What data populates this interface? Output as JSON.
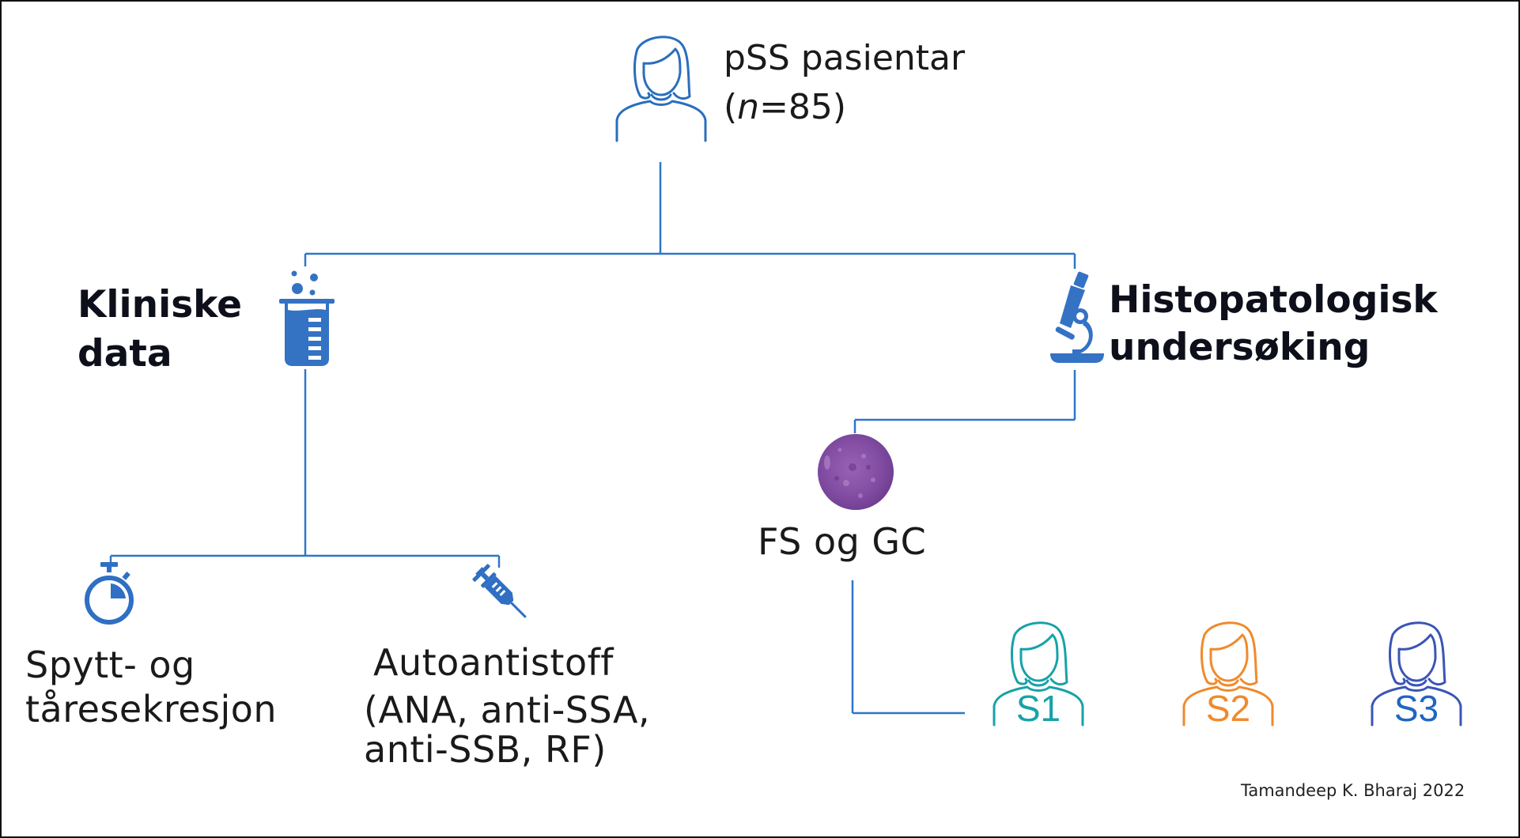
{
  "root": {
    "title": "pSS pasientar",
    "count_prefix": "(",
    "count_var": "n",
    "count_eq": "=85)",
    "icon": "person-female-icon",
    "color": "#2a6ebd"
  },
  "branches": {
    "clinical": {
      "title_line1": "Kliniske",
      "title_line2": "data",
      "icon": "beaker-icon",
      "children": [
        {
          "icon": "stopwatch-icon",
          "line1": "Spytt- og",
          "line2": "tåresekresjon"
        },
        {
          "icon": "syringe-icon",
          "line1": "Autoantistoff",
          "line2": "(ANA, anti-SSA,",
          "line3": "anti-SSB, RF)"
        }
      ]
    },
    "histo": {
      "title_line1": "Histopatologisk",
      "title_line2": "undersøking",
      "icon": "microscope-icon",
      "child": {
        "icon": "tissue-sample-icon",
        "label": "FS og GC"
      },
      "subgroups": [
        {
          "label": "S1",
          "icon": "person-female-icon",
          "color": "#17a2a8",
          "text_color": "#17a2a8"
        },
        {
          "label": "S2",
          "icon": "person-female-icon",
          "color": "#f08a2c",
          "text_color": "#f08a2c"
        },
        {
          "label": "S3",
          "icon": "person-female-icon",
          "color": "#3a55b5",
          "text_color": "#1f66c2"
        }
      ]
    }
  },
  "colors": {
    "line": "#2f76c8",
    "icon_blue": "#3472c4",
    "tissue": "#8a4fa8"
  },
  "credit": "Tamandeep K. Bharaj 2022"
}
